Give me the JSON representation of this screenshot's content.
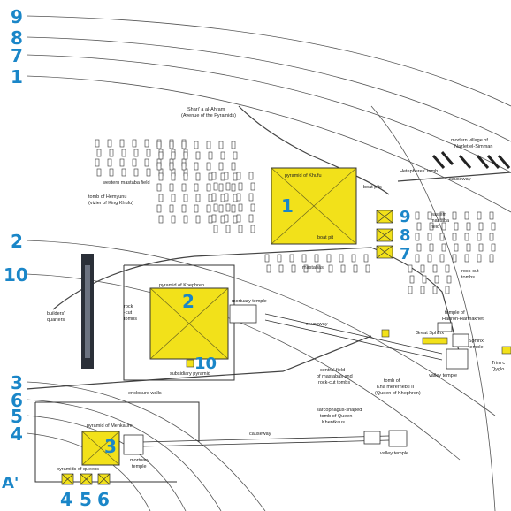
{
  "colors": {
    "pyramid_fill": "#f2e11a",
    "label_blue": "#1a86c8",
    "line": "#333333"
  },
  "edge_numbers": {
    "n9": "9",
    "n8": "8",
    "n7": "7",
    "n1": "1",
    "n2": "2",
    "n10": "10",
    "n3": "3",
    "n6": "6",
    "n5": "5",
    "n4": "4",
    "b4": "4",
    "b5": "5",
    "b6": "6"
  },
  "pyramid_numbers": {
    "p1": "1",
    "p2": "2",
    "p3": "3",
    "p10": "10",
    "q9": "9",
    "q8": "8",
    "q7": "7"
  },
  "corner_mark": "A'",
  "labels": {
    "road1": "Shari' a al-Ahram",
    "road2": "(Avenue of the Pyramids)",
    "pyramid_khufu": "pyramid of Khufu",
    "western_mastaba": "western mastaba field",
    "tomb_hemiyunu1": "tomb of Hemyunu",
    "tomb_hemiyunu2": "(vizier of King Khufu)",
    "boat_pits": "boat pits",
    "boat_pit": "boat pit",
    "hetepheres": "Hetepheres' tomb",
    "causeway_top": "causeway",
    "village1": "modern village of",
    "village2": "Nazlet el-Simman",
    "eastern_mastaba1": "eastern",
    "eastern_mastaba2": "mastaba",
    "eastern_mastaba3": "field",
    "mastabas": "mastabas",
    "rockcut_tomb1": "rock-cut",
    "rockcut_tomb2": "tombs",
    "temple_hauron1": "temple of",
    "temple_hauron2": "Hauron-Harmakhet",
    "great_sphinx": "Great Sphinx",
    "sphinx_temple1": "Sphinx",
    "sphinx_temple2": "temple",
    "edge_label1": "Trim c",
    "edge_label2": "Qyglo",
    "pyramid_khephren": "pyramid of Khephren",
    "mortuary_temple": "mortuary temple",
    "causeway_mid": "causeway",
    "builders1": "builders'",
    "builders2": "quarters",
    "rockcut_left1": "rock",
    "rockcut_left2": "-cut",
    "rockcut_left3": "tombs",
    "subsidiary": "subsidiary pyramid",
    "central1": "central field",
    "central2": "of mastabas and",
    "central3": "rock-cut tombs",
    "valley_temple_mid": "valley temple",
    "tomb_kha1": "tomb of",
    "tomb_kha2": "Kha merernebti II",
    "tomb_kha3": "(Queen of Khephren)",
    "enclosure": "enclosure walls",
    "pyramid_menkaure": "pyramid of Menkaure",
    "sarcophagus1": "sarcophagus-shaped",
    "sarcophagus2": "tomb of Queen",
    "sarcophagus3": "Khentkaus I",
    "causeway_low": "causeway",
    "mortuary_low1": "mortuary",
    "mortuary_low2": "temple",
    "queens": "pyramids of queens",
    "valley_temple_low": "valley temple"
  }
}
